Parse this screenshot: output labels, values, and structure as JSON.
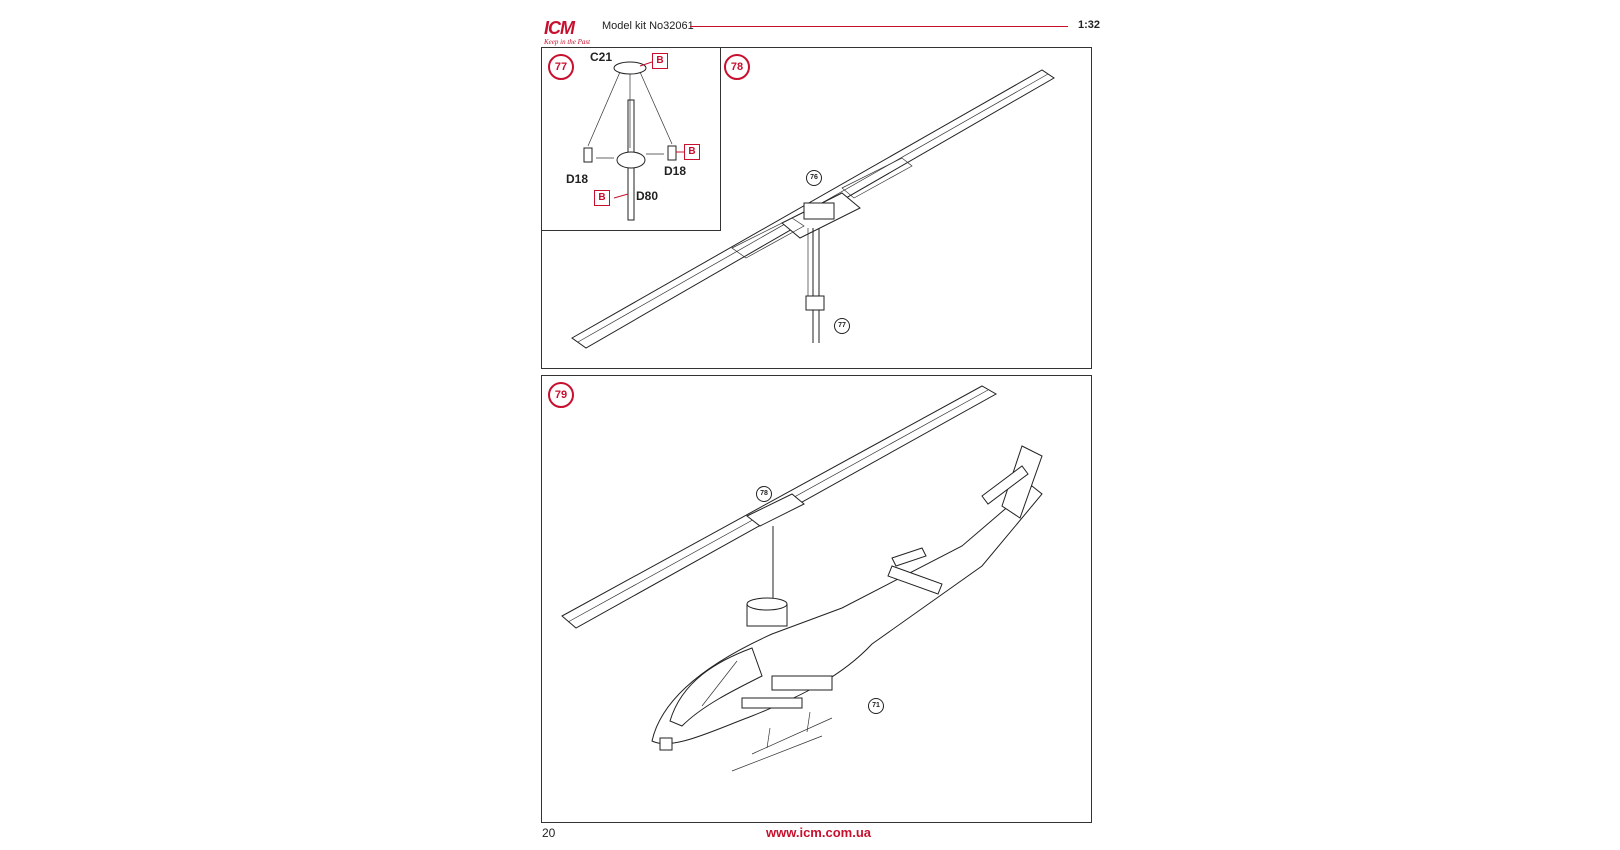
{
  "header": {
    "logo_text": "ICM",
    "logo_tagline": "Keep in the Past",
    "kit_label": "Model kit No32061",
    "scale": "1:32"
  },
  "steps": {
    "step77": {
      "number": "77"
    },
    "step78": {
      "number": "78",
      "ref_76": "76",
      "ref_77": "77"
    },
    "step79": {
      "number": "79",
      "ref_78": "78",
      "ref_71": "71"
    }
  },
  "parts": {
    "c21": "C21",
    "d18_left": "D18",
    "d18_right": "D18",
    "d80": "D80",
    "b_marker": "B"
  },
  "footer": {
    "page_number": "20",
    "website": "www.icm.com.ua"
  },
  "colors": {
    "accent_red": "#c8102e",
    "line": "#222222"
  }
}
